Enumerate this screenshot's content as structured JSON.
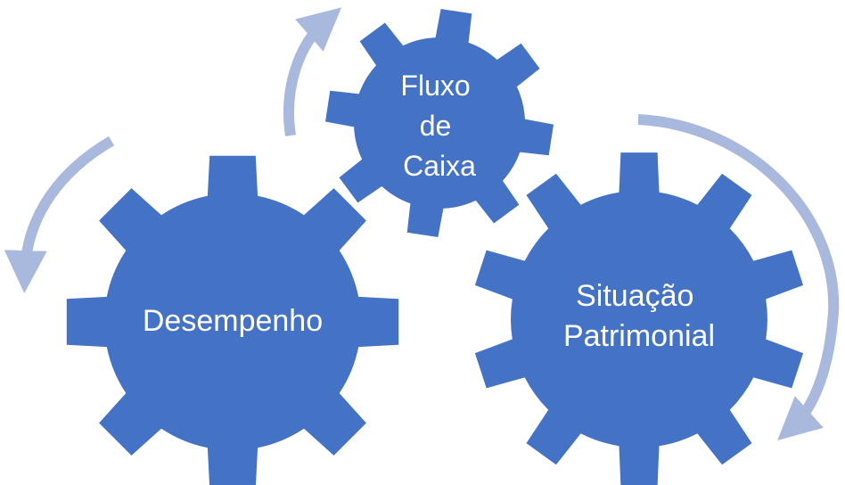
{
  "diagram": {
    "gear_color": "#4472C4",
    "arrow_color": "#A9B8DD",
    "gears": [
      {
        "id": "desempenho",
        "lines": [
          "Desempenho"
        ]
      },
      {
        "id": "fluxo",
        "lines": [
          "Fluxo",
          "de",
          "Caixa"
        ]
      },
      {
        "id": "situacao",
        "lines": [
          "Situação",
          "Patrimonial"
        ]
      }
    ]
  }
}
